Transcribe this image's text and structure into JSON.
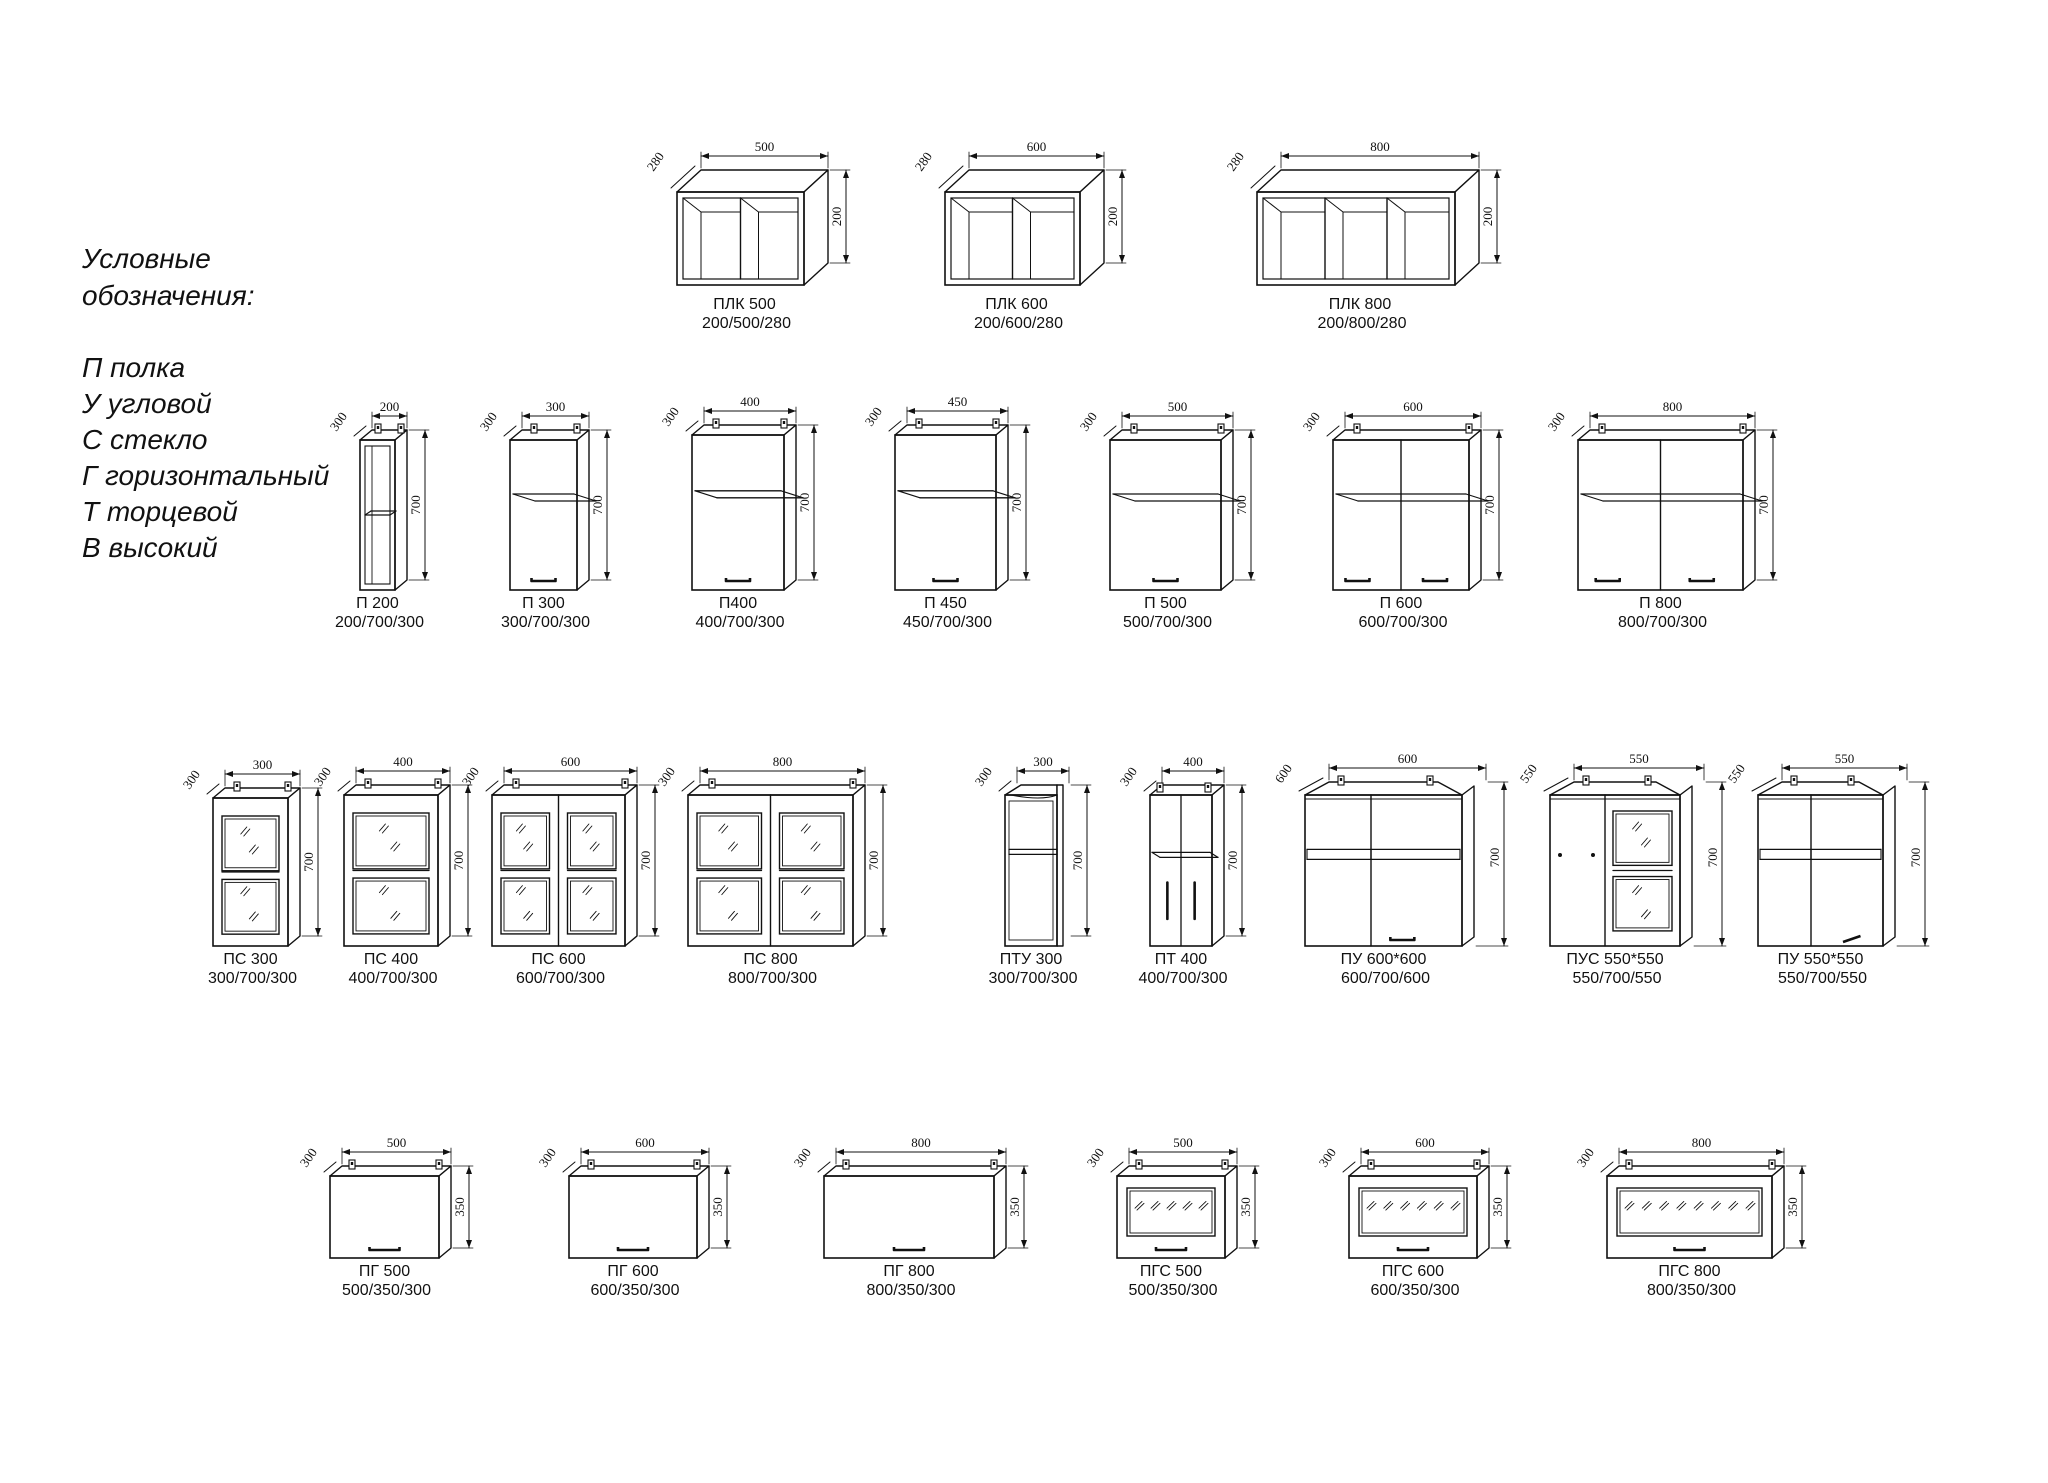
{
  "legend": {
    "title_line1": "Условные",
    "title_line2": "обозначения:",
    "items": [
      "П полка",
      "У угловой",
      "С стекло",
      "Г горизонтальный",
      "Т торцевой",
      "В высокий"
    ]
  },
  "cabinets": [
    {
      "code": "ПЛК 500",
      "size": "200/500/280",
      "style": "open_shelf",
      "width": "500",
      "height": "200",
      "depth": "280"
    },
    {
      "code": "ПЛК 600",
      "size": "200/600/280",
      "style": "open_shelf",
      "width": "600",
      "height": "200",
      "depth": "280"
    },
    {
      "code": "ПЛК 800",
      "size": "200/800/280",
      "style": "open_shelf",
      "width": "800",
      "height": "200",
      "depth": "280"
    },
    {
      "code": "П 200",
      "size": "200/700/300",
      "style": "open_tall",
      "width": "200",
      "height": "700",
      "depth": "300"
    },
    {
      "code": "П 300",
      "size": "300/700/300",
      "style": "door1",
      "width": "300",
      "height": "700",
      "depth": "300"
    },
    {
      "code": "П400",
      "size": "400/700/300",
      "style": "door1",
      "width": "400",
      "height": "700",
      "depth": "300"
    },
    {
      "code": "П 450",
      "size": "450/700/300",
      "style": "door1",
      "width": "450",
      "height": "700",
      "depth": "300"
    },
    {
      "code": "П 500",
      "size": "500/700/300",
      "style": "door1",
      "width": "500",
      "height": "700",
      "depth": "300"
    },
    {
      "code": "П 600",
      "size": "600/700/300",
      "style": "door2",
      "width": "600",
      "height": "700",
      "depth": "300"
    },
    {
      "code": "П 800",
      "size": "800/700/300",
      "style": "door2",
      "width": "800",
      "height": "700",
      "depth": "300"
    },
    {
      "code": "ПС 300",
      "size": "300/700/300",
      "style": "glass1",
      "width": "300",
      "height": "700",
      "depth": "300"
    },
    {
      "code": "ПС 400",
      "size": "400/700/300",
      "style": "glass1",
      "width": "400",
      "height": "700",
      "depth": "300"
    },
    {
      "code": "ПС 600",
      "size": "600/700/300",
      "style": "glass2",
      "width": "600",
      "height": "700",
      "depth": "300"
    },
    {
      "code": "ПС 800",
      "size": "800/700/300",
      "style": "glass2",
      "width": "800",
      "height": "700",
      "depth": "300"
    },
    {
      "code": "ПТУ 300",
      "size": "300/700/300",
      "style": "end_open",
      "width": "300",
      "height": "700",
      "depth": "300"
    },
    {
      "code": "ПТ 400",
      "size": "400/700/300",
      "style": "end_door",
      "width": "400",
      "height": "700",
      "depth": "300"
    },
    {
      "code": "ПУ 600*600",
      "size": "600/700/600",
      "style": "corner_open",
      "width": "600",
      "height": "700",
      "depth": "600"
    },
    {
      "code": "ПУС 550*550",
      "size": "550/700/550",
      "style": "corner_glass",
      "width": "550",
      "height": "700",
      "depth": "550"
    },
    {
      "code": "ПУ 550*550",
      "size": "550/700/550",
      "style": "corner_open",
      "width": "550",
      "height": "700",
      "depth": "550"
    },
    {
      "code": "ПГ 500",
      "size": "500/350/300",
      "style": "horiz",
      "width": "500",
      "height": "350",
      "depth": "300"
    },
    {
      "code": "ПГ 600",
      "size": "600/350/300",
      "style": "horiz",
      "width": "600",
      "height": "350",
      "depth": "300"
    },
    {
      "code": "ПГ 800",
      "size": "800/350/300",
      "style": "horiz",
      "width": "800",
      "height": "350",
      "depth": "300"
    },
    {
      "code": "ПГС 500",
      "size": "500/350/300",
      "style": "horiz_glass",
      "width": "500",
      "height": "350",
      "depth": "300"
    },
    {
      "code": "ПГС 600",
      "size": "600/350/300",
      "style": "horiz_glass",
      "width": "600",
      "height": "350",
      "depth": "300"
    },
    {
      "code": "ПГС 800",
      "size": "800/350/300",
      "style": "horiz_glass",
      "width": "800",
      "height": "350",
      "depth": "300"
    }
  ]
}
